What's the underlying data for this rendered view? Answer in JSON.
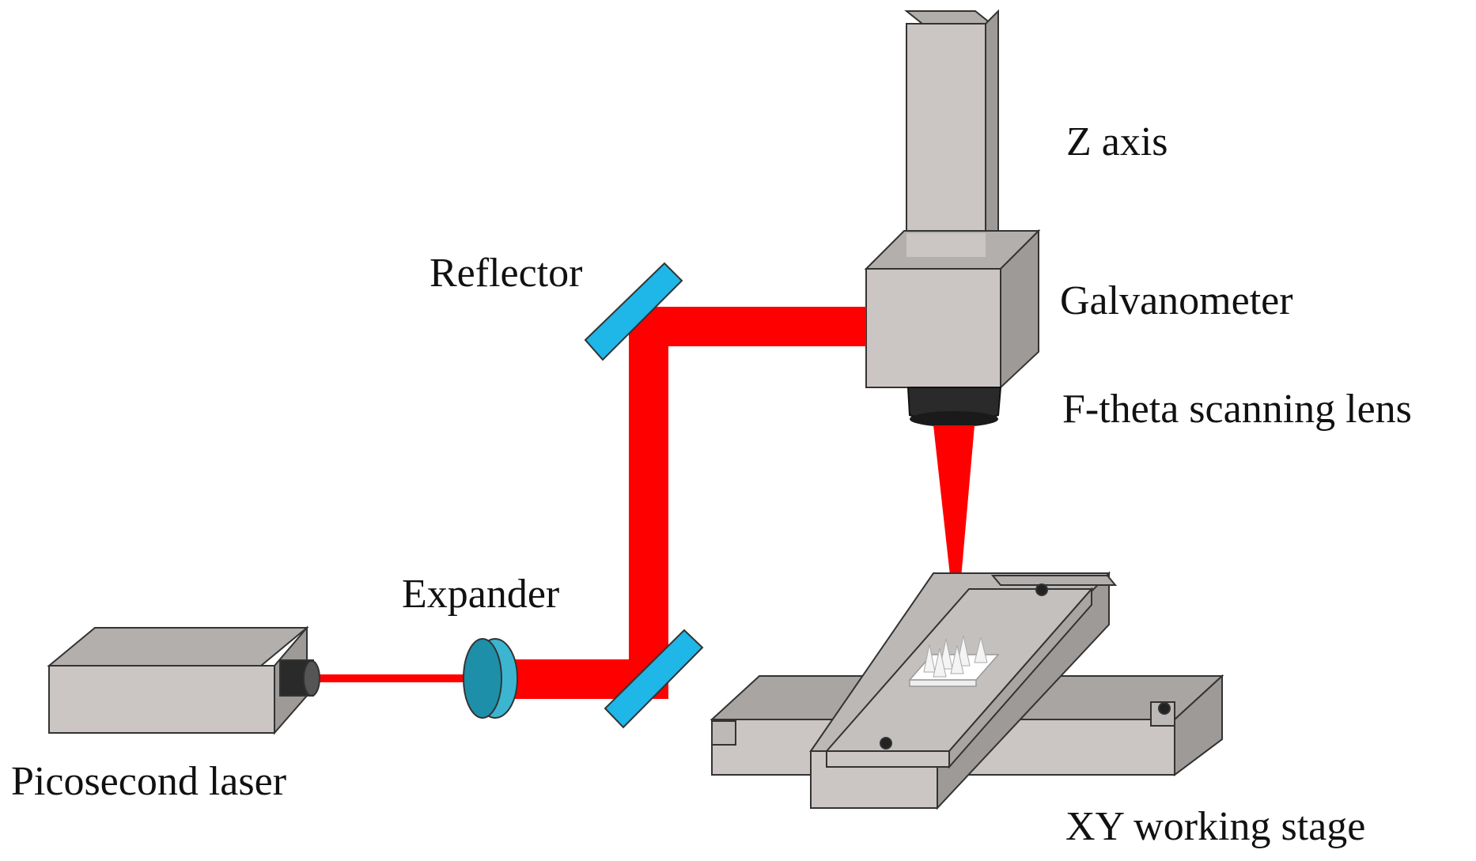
{
  "labels": {
    "z_axis": "Z axis",
    "galvanometer": "Galvanometer",
    "ftheta_lens": "F-theta scanning lens",
    "reflector": "Reflector",
    "expander": "Expander",
    "picosecond_laser": "Picosecond laser",
    "xy_stage": "XY working stage"
  },
  "colors": {
    "beam": "#ff0000",
    "mirror": "#1fb6e8",
    "metal_face": "#c8c4c1",
    "metal_side": "#9d9a98",
    "metal_top": "#b0adab",
    "lens_dark": "#2a2a2a",
    "expander": "#1e8fa8"
  }
}
